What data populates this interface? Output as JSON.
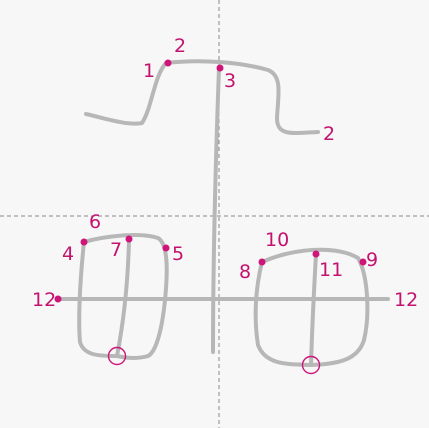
{
  "labels": {
    "l1": "1",
    "l2a": "2",
    "l2b": "2",
    "l3": "3",
    "l4": "4",
    "l5": "5",
    "l6": "6",
    "l7": "7",
    "l8": "8",
    "l9": "9",
    "l10": "10",
    "l11": "11",
    "l12a": "12",
    "l12b": "12"
  },
  "colors": {
    "stroke": "#b7b7b7",
    "marker": "#d0157a",
    "guide": "#8a8a8a",
    "background": "#f7f7f7"
  }
}
